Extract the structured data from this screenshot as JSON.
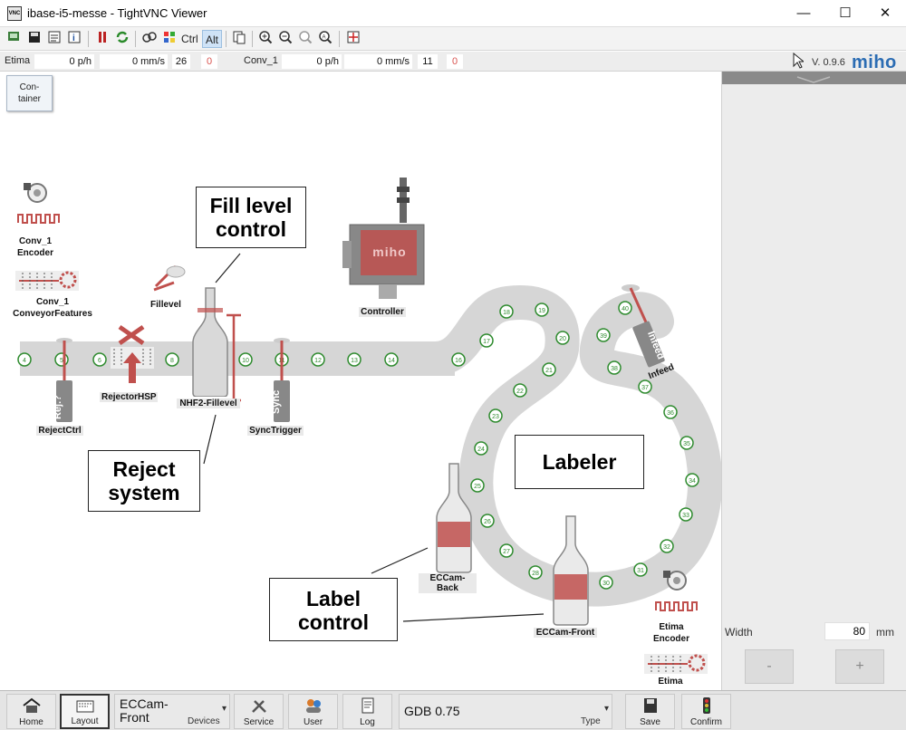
{
  "window": {
    "title": "ibase-i5-messe - TightVNC Viewer",
    "app_icon": "VNC",
    "minimize": "—",
    "maximize": "☐",
    "close": "✕"
  },
  "toolbar": {
    "ctrl_label": "Ctrl",
    "alt_label": "Alt"
  },
  "status": {
    "left_name": "Etima",
    "left_rate": "0 p/h",
    "left_speed": "0 mm/s",
    "left_count": "26",
    "left_err": "0",
    "right_name": "Conv_1",
    "right_rate": "0 p/h",
    "right_speed": "0 mm/s",
    "right_count": "11",
    "right_err": "0",
    "version": "V. 0.9.6",
    "brand": "miho"
  },
  "canvas": {
    "container_button": "Con-\ntainer",
    "labels": {
      "conv1_encoder": "Conv_1\nEncoder",
      "conv1_features": "Conv_1\nConveyorFeatures",
      "filllevel": "Fillevel",
      "controller": "Controller",
      "controller_screen": "miho",
      "rejector_hsp": "RejectorHSP",
      "nhf2": "NHF2-Fillevel",
      "rejectctrl": "RejectCtrl",
      "synctrigger": "SyncTrigger",
      "ecc_back": "ECCam-Back",
      "ecc_front": "ECCam-Front",
      "etima_encoder": "Etima\nEncoder",
      "etima": "Etima",
      "infeed": "Infeed",
      "rej_sensor": "Rej.?",
      "sync_sensor": "Sync"
    },
    "callouts": {
      "fill_level": "Fill level\ncontrol",
      "reject": "Reject\nsystem",
      "labeler": "Labeler",
      "label_control": "Label\ncontrol"
    },
    "positions": [
      "4",
      "5",
      "6",
      "8",
      "10",
      "11",
      "12",
      "13",
      "14",
      "16",
      "17",
      "18",
      "19",
      "20",
      "21",
      "22",
      "23",
      "24",
      "25",
      "26",
      "27",
      "28",
      "30",
      "31",
      "32",
      "33",
      "34",
      "35",
      "36",
      "37",
      "38",
      "39",
      "40"
    ]
  },
  "panel": {
    "width_label": "Width",
    "width_value": "80",
    "width_unit": "mm",
    "minus": "-",
    "plus": "+"
  },
  "bottom": {
    "home": "Home",
    "layout": "Layout",
    "device_value": "ECCam-\nFront",
    "devices": "Devices",
    "service": "Service",
    "user": "User",
    "log": "Log",
    "type_value": "GDB 0.75",
    "type": "Type",
    "save": "Save",
    "confirm": "Confirm"
  },
  "colors": {
    "accent_red": "#c0504d",
    "position_green": "#2e8b2e",
    "track_gray": "#d6d6d6",
    "brand_blue": "#2b6cb3"
  }
}
